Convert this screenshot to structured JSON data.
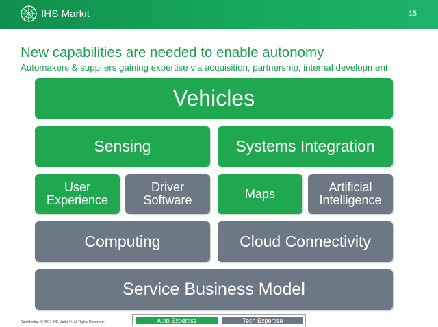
{
  "header": {
    "brand": "IHS Markit",
    "page_number": "15",
    "colors": {
      "primary": "#14a05a",
      "white": "#ffffff"
    }
  },
  "slide": {
    "title": "New capabilities are needed to enable autonomy",
    "subtitle": "Automakers & suppliers gaining expertise via acquisition, partnership, internal development"
  },
  "blocks": {
    "vehicles": {
      "label": "Vehicles",
      "category": "Auto Expertise"
    },
    "sensing": {
      "label": "Sensing",
      "category": "Auto Expertise"
    },
    "systems_integration": {
      "label": "Systems Integration",
      "category": "Auto Expertise"
    },
    "user_experience": {
      "label": "User\nExperience",
      "category": "Auto Expertise"
    },
    "driver_software": {
      "label": "Driver\nSoftware",
      "category": "Tech Expertise"
    },
    "maps": {
      "label": "Maps",
      "category": "Auto Expertise"
    },
    "artificial_intelligence": {
      "label": "Artificial\nIntelligence",
      "category": "Tech Expertise"
    },
    "computing": {
      "label": "Computing",
      "category": "Tech Expertise"
    },
    "cloud_connectivity": {
      "label": "Cloud Connectivity",
      "category": "Tech Expertise"
    },
    "service_business_model": {
      "label": "Service Business Model",
      "category": "Tech Expertise"
    }
  },
  "legend": {
    "auto_expertise": {
      "label": "Auto Expertise",
      "color": "#1fa84f"
    },
    "tech_expertise": {
      "label": "Tech Expertise",
      "color": "#6d7885"
    }
  },
  "footer": {
    "confidential": "Confidential. © 2017 IHS Markit™. All Rights Reserved."
  }
}
